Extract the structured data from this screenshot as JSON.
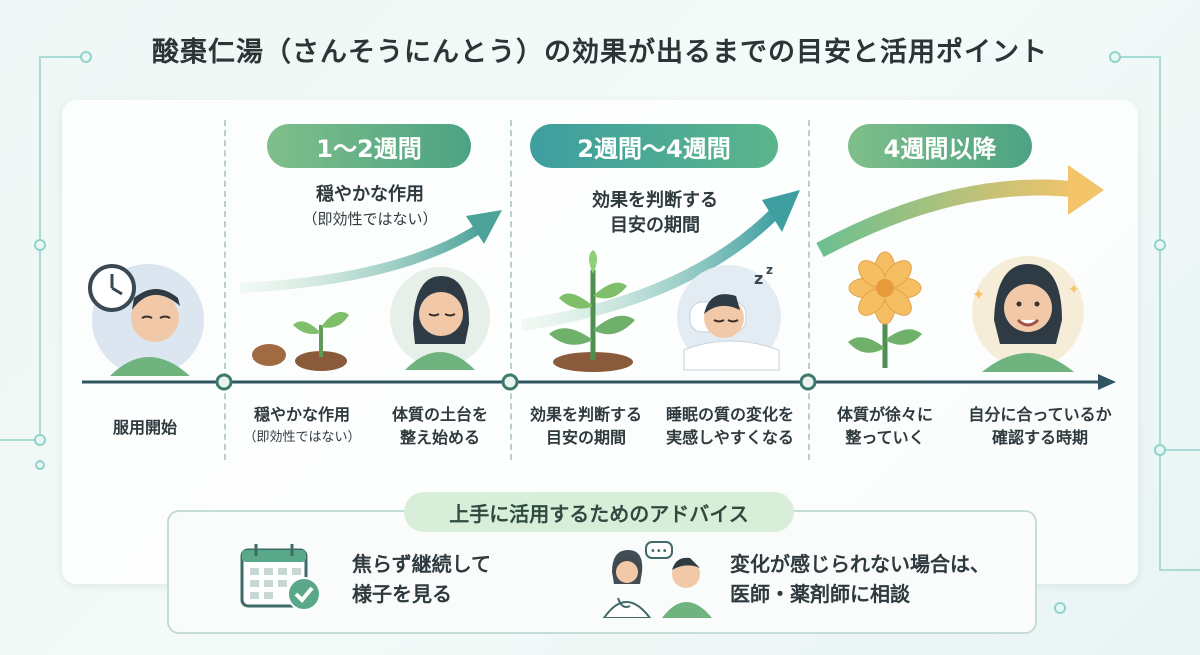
{
  "title": "酸棗仁湯（さんそうにんとう）の効果が出るまでの目安と活用ポイント",
  "stages": [
    {
      "period": "1〜2週間",
      "heading": "穏やかな作用",
      "sub": "（即効性ではない）"
    },
    {
      "period": "2週間〜4週間",
      "heading": "効果を判断する",
      "sub": "目安の期間"
    },
    {
      "period": "4週間以降"
    }
  ],
  "timeline_labels": {
    "start": "服用開始",
    "l1_a": "穏やかな作用",
    "l1_b": "（即効性ではない）",
    "l2_a": "体質の土台を",
    "l2_b": "整え始める",
    "l3_a": "効果を判断する",
    "l3_b": "目安の期間",
    "l4_a": "睡眠の質の変化を",
    "l4_b": "実感しやすくなる",
    "l5_a": "体質が徐々に",
    "l5_b": "整っていく",
    "l6_a": "自分に合っているか",
    "l6_b": "確認する時期"
  },
  "advice": {
    "heading": "上手に活用するためのアドバイス",
    "item1_a": "焦らず継続して",
    "item1_b": "様子を見る",
    "item2_a": "変化が感じられない場合は、",
    "item2_b": "医師・薬剤師に相談"
  },
  "colors": {
    "accent": "#4ca383",
    "arrow": "#2f5563",
    "gold": "#f3c46a",
    "teal": "#3e9ea0"
  }
}
